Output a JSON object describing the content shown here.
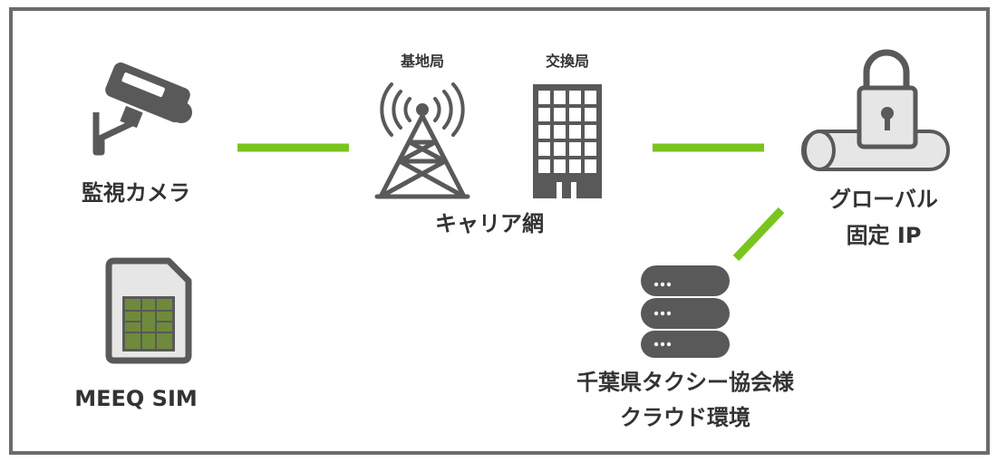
{
  "labels": {
    "camera": "監視カメラ",
    "sim": "MEEQ SIM",
    "base_station": "基地局",
    "exchange": "交換局",
    "carrier": "キャリア網",
    "global_ip_line1": "グローバル",
    "global_ip_line2": "固定 IP",
    "cloud_line1": "千葉県タクシー協会様",
    "cloud_line2": "クラウド環境"
  },
  "colors": {
    "frame": "#6b6b6b",
    "icon": "#595959",
    "link": "#7ac41e",
    "sim_chip": "#6f8a3a",
    "sim_body": "#e6e6e6",
    "text": "#333333"
  },
  "icons": [
    "security-camera-icon",
    "sim-card-icon",
    "antenna-tower-icon",
    "office-building-icon",
    "locked-pipe-icon",
    "database-server-icon"
  ]
}
